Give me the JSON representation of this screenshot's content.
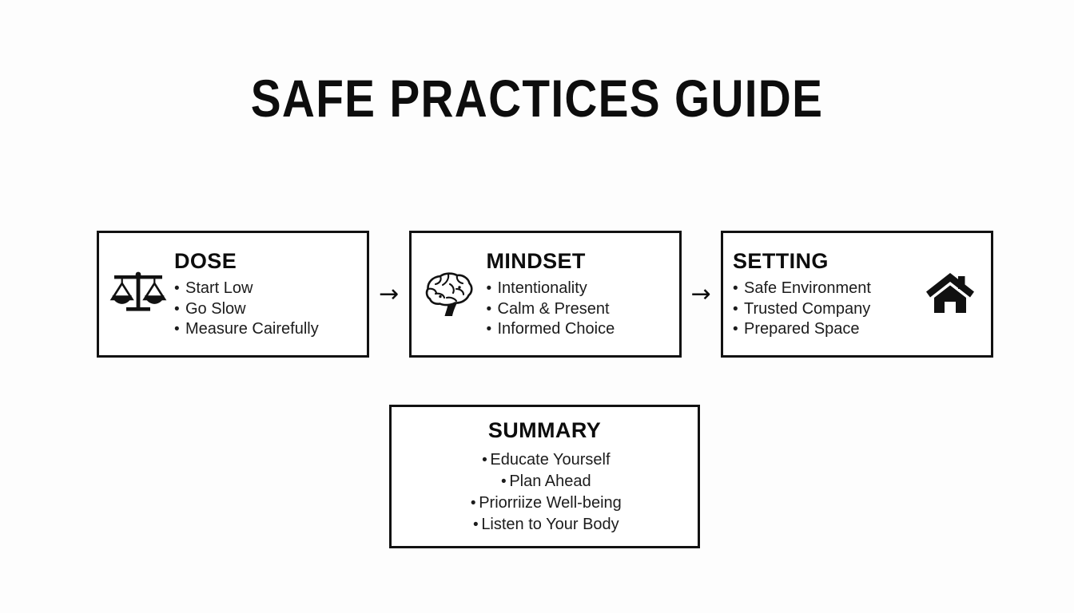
{
  "page": {
    "title": "SAFE PRACTICES GUIDE",
    "background_color": "#fdfdfd",
    "ink_color": "#111111"
  },
  "flow": {
    "arrow_1": "→",
    "arrow_2": "→",
    "boxes": [
      {
        "heading": "DOSE",
        "icon": "scales-icon",
        "icon_position": "left",
        "items": [
          "Start Low",
          "Go Slow",
          "Measure Cairefully"
        ]
      },
      {
        "heading": "MINDSET",
        "icon": "brain-icon",
        "icon_position": "left",
        "items": [
          "Intentionality",
          "Calm & Present",
          "Informed Choice"
        ]
      },
      {
        "heading": "SETTING",
        "icon": "house-icon",
        "icon_position": "right",
        "items": [
          "Safe Environment",
          "Trusted Company",
          "Prepared Space"
        ]
      }
    ]
  },
  "summary": {
    "heading": "SUMMARY",
    "items": [
      "Educate Yourself",
      "Plan Ahead",
      "Priorriize Well-being",
      "Listen to Your Body"
    ]
  }
}
